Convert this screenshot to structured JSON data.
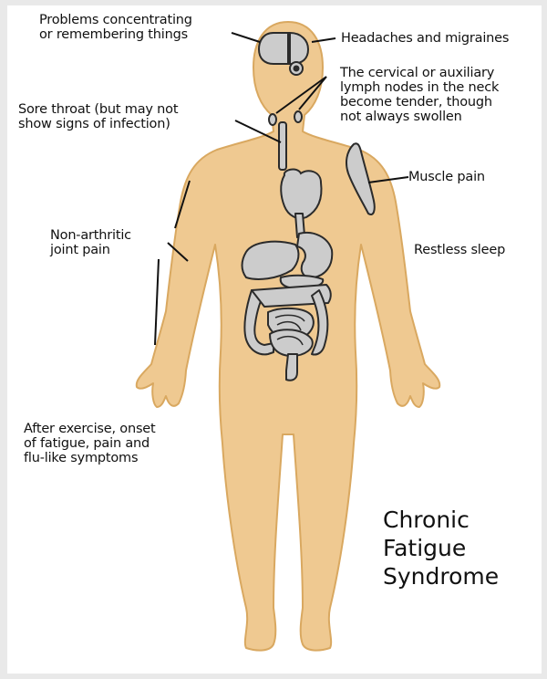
{
  "labels": {
    "concentrating": "Problems concentrating\nor remembering things",
    "headaches": "Headaches and migraines",
    "lymph": "The cervical or auxiliary\nlymph nodes in the neck\nbecome tender, though\nnot always swollen",
    "sore_throat": "Sore throat (but may not\nshow signs of infection)",
    "muscle_pain": "Muscle pain",
    "joint_pain": "Non-arthritic\njoint pain",
    "restless_sleep": "Restless sleep",
    "after_exercise": "After exercise, onset\nof fatigue, pain and\nflu-like symptoms"
  },
  "title": "Chronic\nFatigue\nSyndrome",
  "colors": {
    "skin": "#efc991",
    "skin_outline": "#d9a860",
    "organ": "#cccccc",
    "organ_outline": "#2b2b2b",
    "background": "#ffffff",
    "border": "#e9e9e9"
  }
}
